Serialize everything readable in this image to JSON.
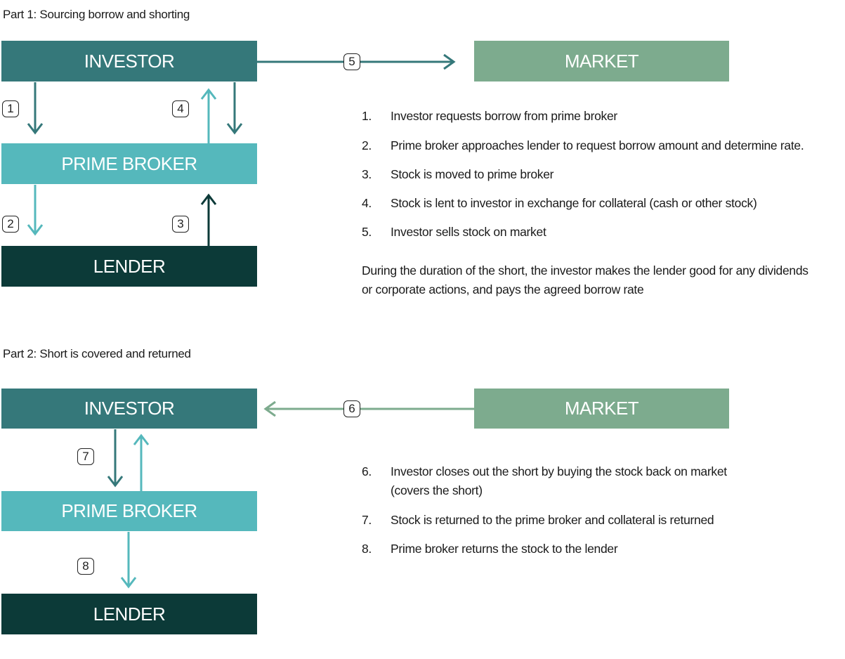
{
  "colors": {
    "investor": "#35787a",
    "prime_broker": "#55b8bc",
    "lender": "#0c3a38",
    "market": "#7dab8e"
  },
  "part1": {
    "title": "Part 1: Sourcing borrow and shorting",
    "nodes": {
      "investor": "INVESTOR",
      "market": "MARKET",
      "prime_broker": "PRIME BROKER",
      "lender": "LENDER"
    },
    "badges": [
      "1",
      "2",
      "3",
      "4",
      "5"
    ],
    "steps": [
      {
        "num": "1.",
        "text": "Investor requests borrow from prime broker"
      },
      {
        "num": "2.",
        "text": "Prime broker approaches lender to request borrow amount and determine rate."
      },
      {
        "num": "3.",
        "text": "Stock is moved to prime broker"
      },
      {
        "num": "4.",
        "text": "Stock is lent to investor in exchange for collateral (cash or other stock)"
      },
      {
        "num": "5.",
        "text": "Investor sells stock on market"
      }
    ],
    "note_line1": "During the duration of the short, the investor makes the lender good for any dividends",
    "note_line2": "or corporate actions, and pays the agreed borrow rate"
  },
  "part2": {
    "title": "Part 2: Short is covered and returned",
    "nodes": {
      "investor": "INVESTOR",
      "market": "MARKET",
      "prime_broker": "PRIME BROKER",
      "lender": "LENDER"
    },
    "badges": [
      "6",
      "7",
      "8"
    ],
    "steps": [
      {
        "num": "6.",
        "text": "Investor closes out the short by buying the stock back on market",
        "text2": "(covers the short)"
      },
      {
        "num": "7.",
        "text": "Stock is returned to the prime broker and collateral is returned"
      },
      {
        "num": "8.",
        "text": "Prime broker returns the stock to the lender"
      }
    ]
  }
}
